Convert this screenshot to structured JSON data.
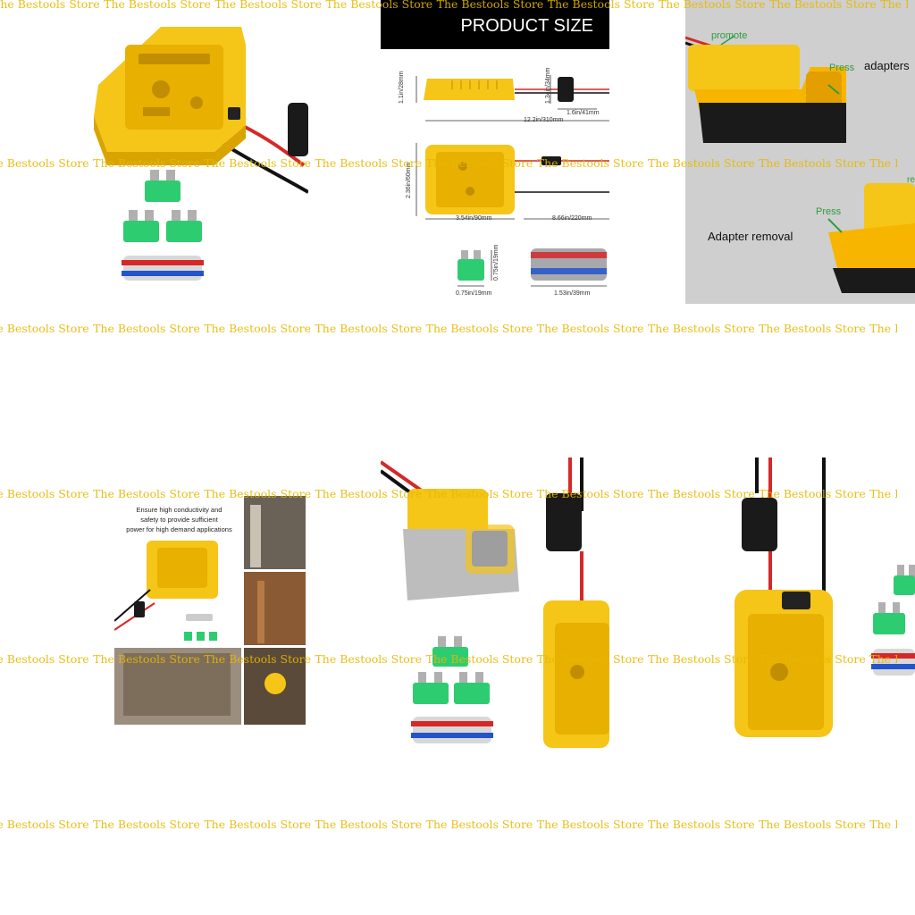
{
  "watermark": {
    "text": "The Bestools Store"
  },
  "tiles": {
    "size_chart": {
      "banner": "PRODUCT SIZE",
      "dims": {
        "height": "1.1in/28mm",
        "fuse_holder_height": "1.34in/34mm",
        "fuse_holder_width": "1.6in/41mm",
        "total_length": "12.2in/310mm",
        "width": "2.36in/60mm",
        "body_length": "3.54in/90mm",
        "cable_length": "8.66in/220mm",
        "fuse_height": "0.75in/19mm",
        "fuse_width": "0.75in/19mm",
        "connector_width": "1.53in/39mm"
      }
    },
    "install": {
      "promote": "promote",
      "press_top": "Press",
      "adapters": "adapters",
      "press_bottom": "Press",
      "removal": "Adapter removal",
      "edge_letters": "re"
    },
    "collage": {
      "caption_line1": "Ensure high conductivity and",
      "caption_line2": "safety to provide sufficient",
      "caption_line3": "power for high demand applications"
    }
  },
  "colors": {
    "adapter_yellow": "#f5c518",
    "adapter_shadow": "#d9a400",
    "fuse_green": "#2ecc71",
    "wire_red": "#d62828",
    "wire_black": "#111111",
    "annotation_green": "#2e9e3f",
    "banner_black": "#000000",
    "install_bg": "#cfcfcf"
  }
}
